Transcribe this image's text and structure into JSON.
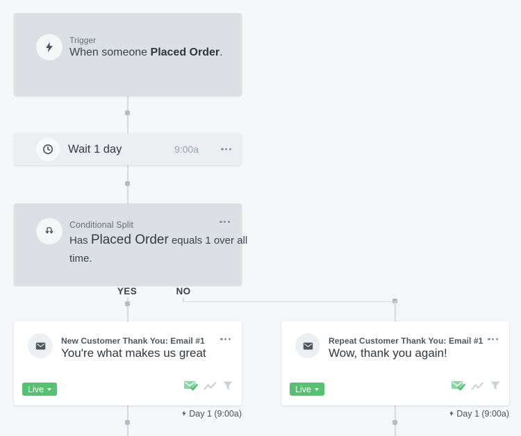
{
  "trigger": {
    "label": "Trigger",
    "sentence_prefix": "When someone ",
    "metric": "Placed Order",
    "sentence_suffix": "."
  },
  "wait": {
    "title": "Wait 1 day",
    "time": "9:00a"
  },
  "split": {
    "label": "Conditional Split",
    "sentence_prefix": "Has ",
    "metric": "Placed Order",
    "sentence_suffix": " equals 1 over all time."
  },
  "branch": {
    "yes": "YES",
    "no": "NO"
  },
  "emails": [
    {
      "title": "New Customer Thank You: Email #1",
      "subject": "You're what makes us great",
      "status_label": "Live",
      "schedule": "Day 1 (9:00a)"
    },
    {
      "title": "Repeat Customer Thank You: Email #1",
      "subject": "Wow, thank you again!",
      "status_label": "Live",
      "schedule": "Day 1 (9:00a)"
    }
  ],
  "icons": {
    "trigger": "lightning-bolt",
    "wait": "clock",
    "split": "branch-arrows",
    "email": "envelope",
    "sent": "envelope-check",
    "analytics": "pulse-line",
    "filter": "funnel"
  },
  "colors": {
    "canvas_bg": "#f6f7f8",
    "card_gray": "#dce0e5",
    "wait_card_gray": "#eceef1",
    "accent_green": "#57c172",
    "sent_icon_green": "#85dba2",
    "connector": "#d5dade"
  }
}
